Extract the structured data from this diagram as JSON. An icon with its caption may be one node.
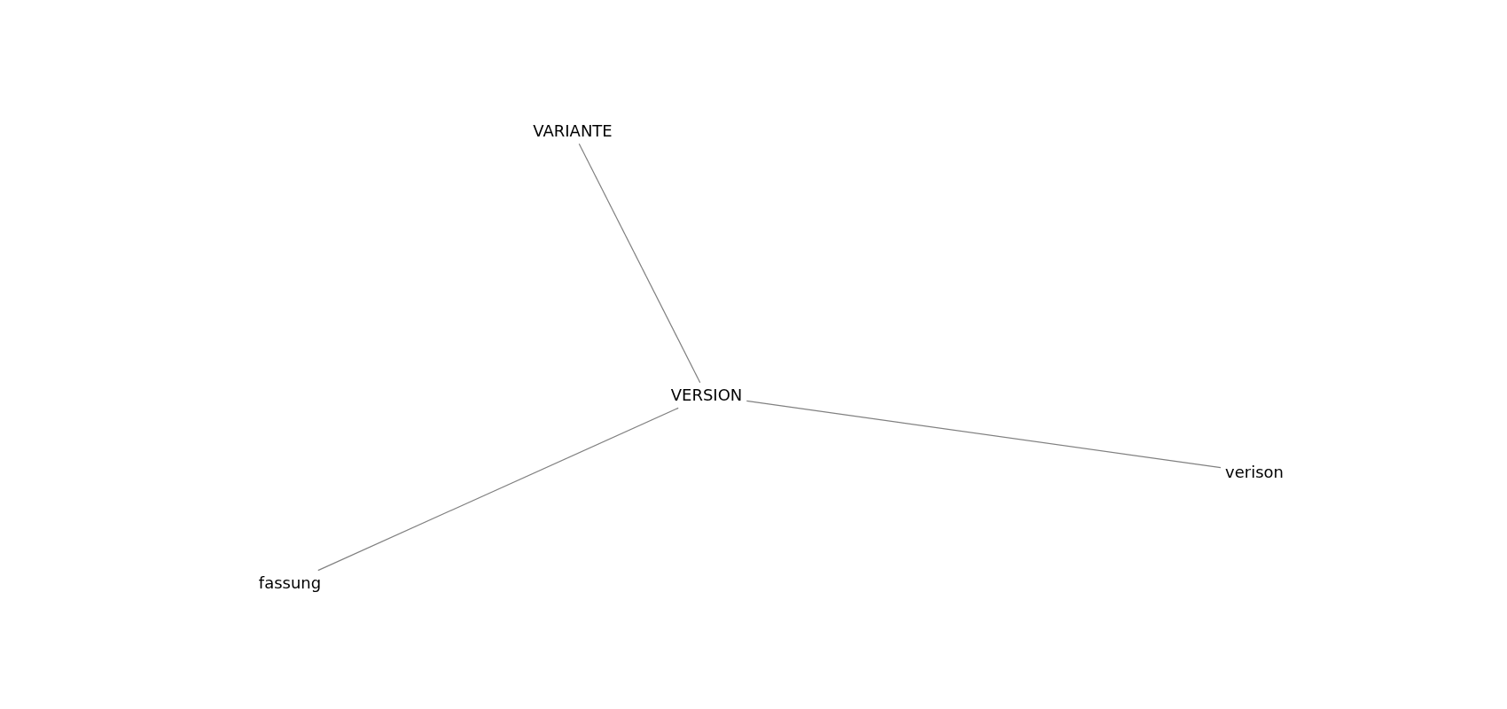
{
  "diagram": {
    "nodes": [
      {
        "text": [
          "VARIANTE"
        ]
      },
      {
        "text": [
          "VERSION"
        ]
      },
      {
        "text": [
          "verison"
        ]
      },
      {
        "text": [
          "fassung"
        ]
      }
    ],
    "edges": [
      {
        "from": 1,
        "to": 0,
        "arrow": "none"
      },
      {
        "from": 1,
        "to": 2,
        "arrow": "none"
      },
      {
        "from": 1,
        "to": 3,
        "arrow": "none"
      }
    ]
  }
}
